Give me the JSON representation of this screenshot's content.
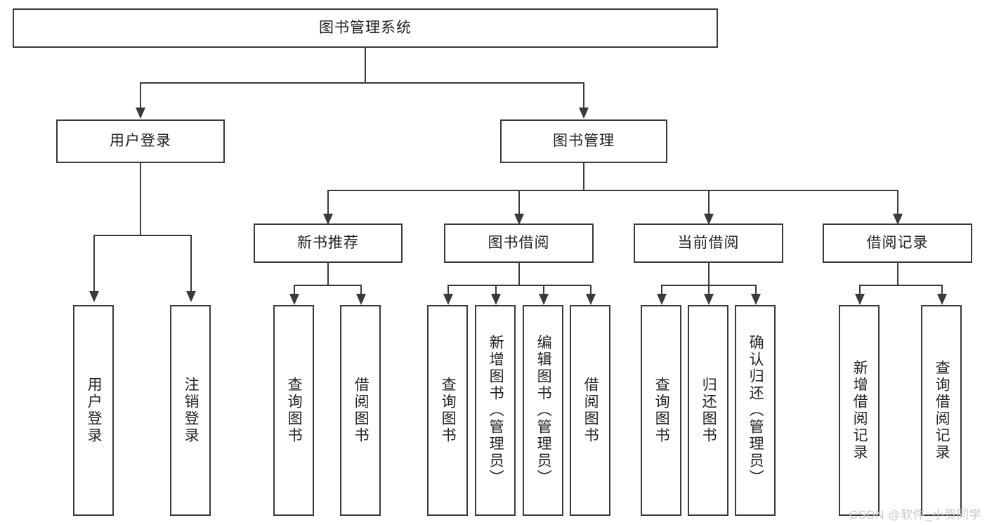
{
  "diagram": {
    "title": "图书管理系统",
    "type": "tree-hierarchy-diagram",
    "root": {
      "label": "图书管理系统"
    },
    "level2": [
      {
        "label": "用户登录"
      },
      {
        "label": "图书管理"
      }
    ],
    "level3": [
      {
        "label": "新书推荐"
      },
      {
        "label": "图书借阅"
      },
      {
        "label": "当前借阅"
      },
      {
        "label": "借阅记录"
      }
    ],
    "leaves": {
      "user_login": [
        {
          "label": "用户登录"
        },
        {
          "label": "注销登录"
        }
      ],
      "new_book_recommend": [
        {
          "label": "查询图书"
        },
        {
          "label": "借阅图书"
        }
      ],
      "book_borrow": [
        {
          "label": "查询图书"
        },
        {
          "label": "新增图书（管理员）"
        },
        {
          "label": "编辑图书（管理员）"
        },
        {
          "label": "借阅图书"
        }
      ],
      "current_borrow": [
        {
          "label": "查询图书"
        },
        {
          "label": "归还图书"
        },
        {
          "label": "确认归还（管理员）"
        }
      ],
      "borrow_record": [
        {
          "label": "新增借阅记录"
        },
        {
          "label": "查询借阅记录"
        }
      ]
    },
    "watermark": "CSDN @软件_小贺同学",
    "colors": {
      "stroke": "#3a3a3a",
      "background": "#ffffff",
      "text": "#222222",
      "watermark": "#c9c9c9"
    }
  }
}
